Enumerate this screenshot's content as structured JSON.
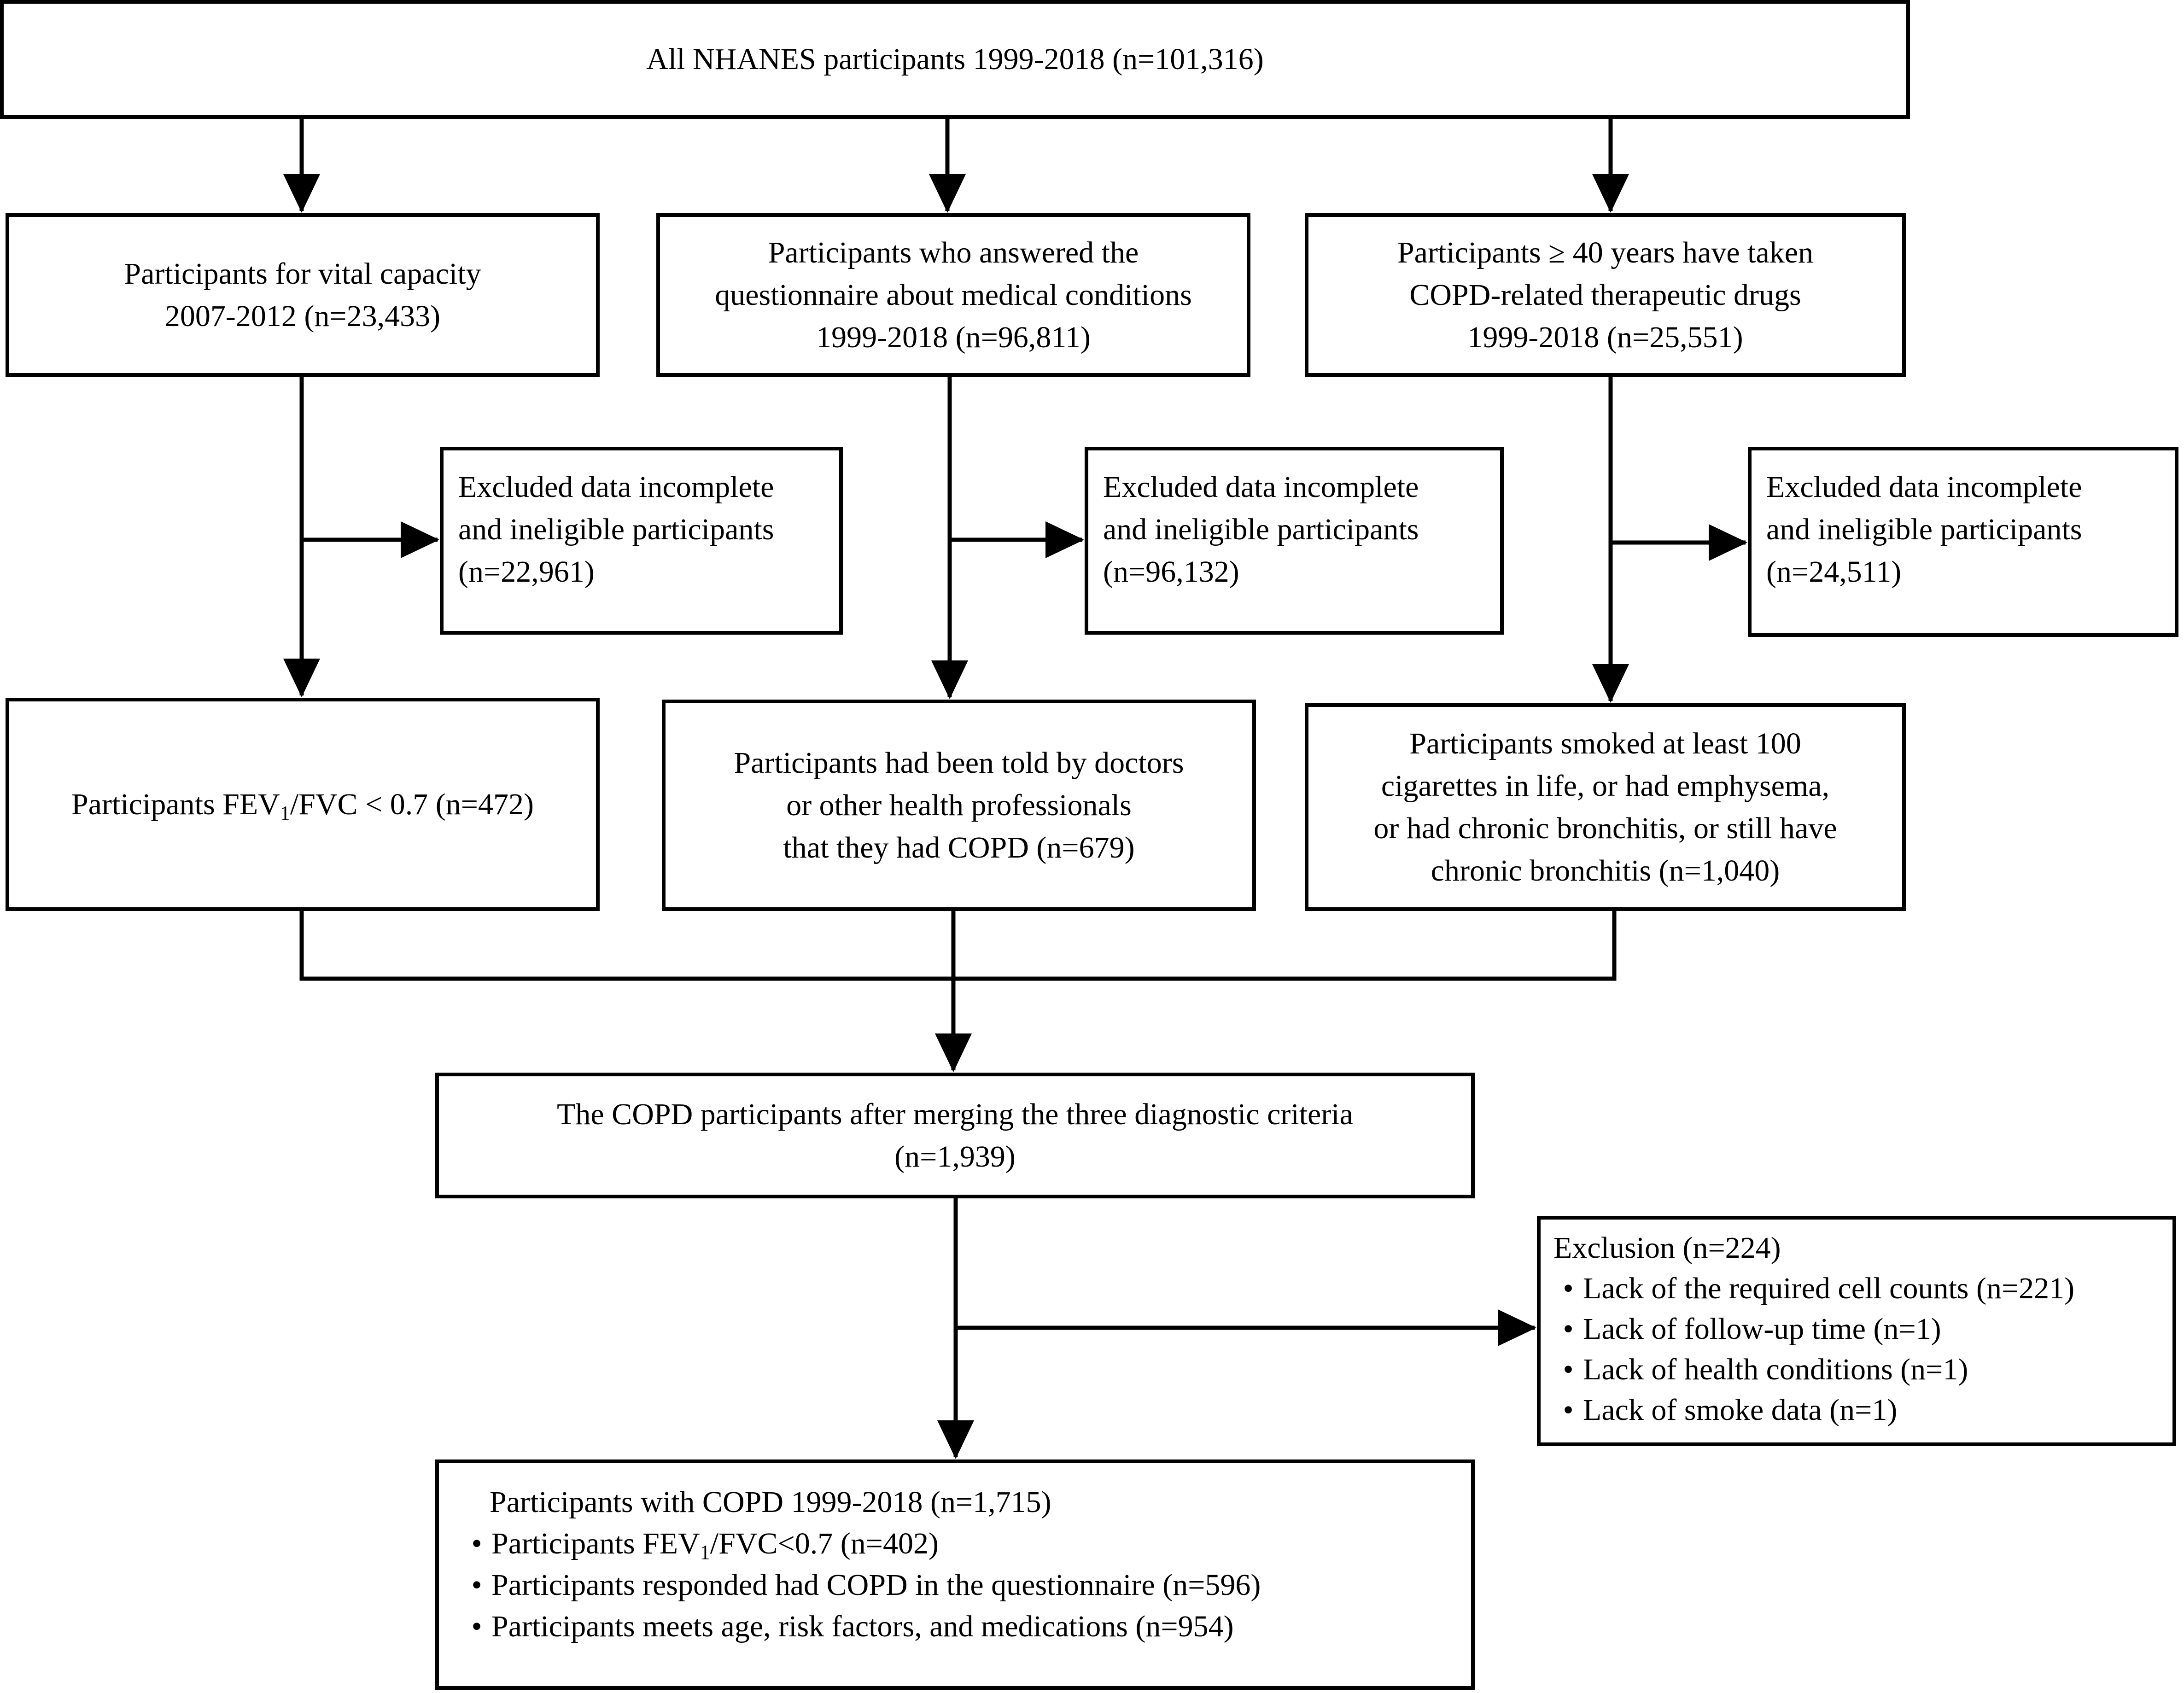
{
  "top": {
    "text": "All NHANES participants 1999-2018 (n=101,316)"
  },
  "columns": [
    {
      "id": "vital-capacity",
      "criteria_lines": [
        "Participants for vital capacity",
        "2007-2012 (n=23,433)"
      ],
      "excluded_lines": [
        "Excluded data incomplete",
        "and ineligible participants",
        "(n=22,961)"
      ],
      "result": {
        "prefix": "Participants FEV",
        "subscript": "1",
        "suffix": "/FVC < 0.7 (n=472)"
      }
    },
    {
      "id": "questionnaire",
      "criteria_lines": [
        "Participants who answered the",
        "questionnaire about medical conditions",
        "1999-2018 (n=96,811)"
      ],
      "excluded_lines": [
        "Excluded data incomplete",
        "and ineligible participants",
        "(n=96,132)"
      ],
      "result_lines": [
        "Participants had been told by doctors",
        "or other health professionals",
        "that they had COPD (n=679)"
      ]
    },
    {
      "id": "drugs",
      "criteria_lines": [
        "Participants ≥ 40 years have taken",
        "COPD-related therapeutic drugs",
        "1999-2018 (n=25,551)"
      ],
      "excluded_lines": [
        "Excluded data incomplete",
        "and ineligible participants",
        "(n=24,511)"
      ],
      "result_lines": [
        "Participants smoked at least 100",
        "cigarettes in life, or had emphysema,",
        "or had chronic bronchitis, or still have",
        "chronic bronchitis (n=1,040)"
      ]
    }
  ],
  "merged": {
    "lines": [
      "The COPD participants after merging the three diagnostic criteria",
      "(n=1,939)"
    ]
  },
  "exclusion": {
    "title": "Exclusion  (n=224)",
    "items": [
      "Lack of the required cell counts (n=221)",
      "Lack of follow-up time (n=1)",
      "Lack of health conditions (n=1)",
      "Lack of smoke data (n=1)"
    ]
  },
  "final": {
    "title": "Participants with COPD 1999-2018  (n=1,715)",
    "item1": {
      "prefix": "Participants FEV",
      "subscript": "1",
      "suffix": "/FVC<0.7 (n=402)"
    },
    "item2": "Participants responded had COPD in the questionnaire (n=596)",
    "item3": "Participants meets age, risk factors, and medications (n=954)"
  }
}
